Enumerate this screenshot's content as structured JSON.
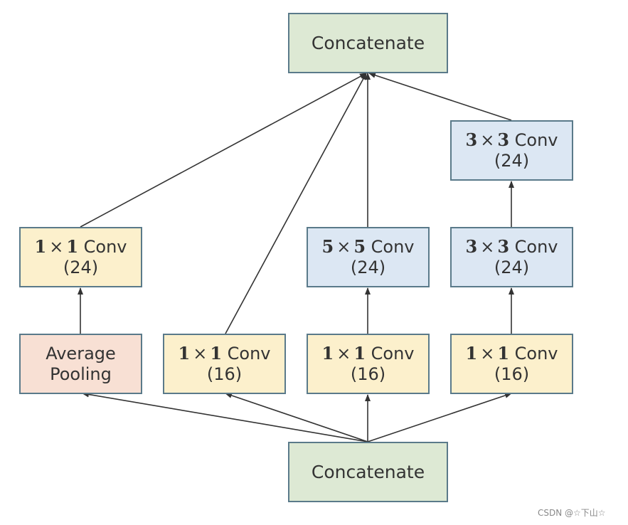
{
  "diagram": {
    "top_concat": {
      "label": "Concatenate"
    },
    "bottom_concat": {
      "label": "Concatenate"
    },
    "branch1": {
      "pool": {
        "line1": "Average",
        "line2": "Pooling"
      },
      "conv": {
        "kernel": "1",
        "times": "×",
        "kernel2": "1",
        "suffix": " Conv",
        "channels": "(24)"
      }
    },
    "branch2": {
      "conv": {
        "kernel": "1",
        "times": "×",
        "kernel2": "1",
        "suffix": " Conv",
        "channels": "(16)"
      }
    },
    "branch3": {
      "conv1": {
        "kernel": "1",
        "times": "×",
        "kernel2": "1",
        "suffix": " Conv",
        "channels": "(16)"
      },
      "conv2": {
        "kernel": "5",
        "times": "×",
        "kernel2": "5",
        "suffix": " Conv",
        "channels": "(24)"
      }
    },
    "branch4": {
      "conv1": {
        "kernel": "1",
        "times": "×",
        "kernel2": "1",
        "suffix": " Conv",
        "channels": "(16)"
      },
      "conv2": {
        "kernel": "3",
        "times": "×",
        "kernel2": "3",
        "suffix": " Conv",
        "channels": "(24)"
      },
      "conv3": {
        "kernel": "3",
        "times": "×",
        "kernel2": "3",
        "suffix": " Conv",
        "channels": "(24)"
      }
    }
  },
  "colors": {
    "green": "#dde9d4",
    "yellow": "#fcf0cc",
    "blue": "#dce7f3",
    "peach": "#f8e0d4",
    "border": "#5a7a8a",
    "arrow": "#333333"
  },
  "watermark": "CSDN @☆下山☆"
}
